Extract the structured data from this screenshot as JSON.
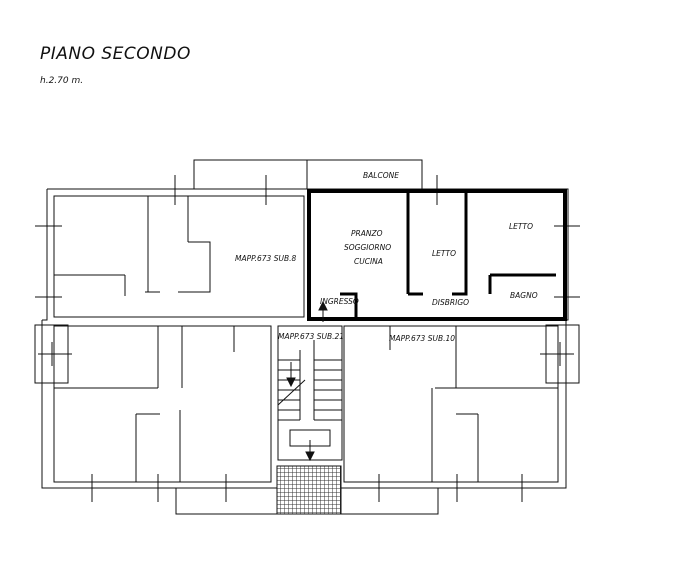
{
  "header": {
    "title": "PIANO SECONDO",
    "height_note": "h.2.70 m."
  },
  "rooms": {
    "balcone": "BALCONE",
    "pranzo": "PRANZO",
    "soggiorno": "SOGGIORNO",
    "cucina": "CUCINA",
    "letto_a": "LETTO",
    "letto_b": "LETTO",
    "disbrigo": "DISBRIGO",
    "bagno": "BAGNO",
    "ingresso": "INGRESSO"
  },
  "parcels": {
    "sub8": "MAPP.673 SUB.8",
    "sub21": "MAPP.673 SUB.21",
    "sub10": "MAPP.673 SUB.10"
  },
  "colors": {
    "line": "#111111",
    "highlight": "#000000",
    "stair_grid": "#333333"
  }
}
